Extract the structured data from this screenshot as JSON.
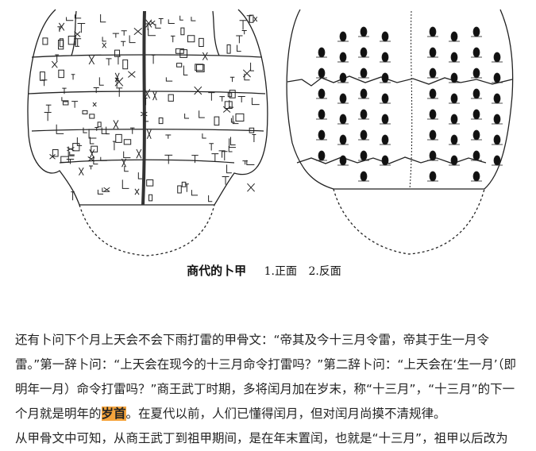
{
  "figure": {
    "title": "商代的卜甲",
    "parts": [
      "1.正面",
      "2.反面"
    ]
  },
  "article": {
    "seg1": "还有卜问下个月上天会不会下雨打雷的甲骨文：“帝其及今十三月令雷，帝其于生一月令雷。”第一辞卜问：“上天会在现今的十三月命令打雷吗？”第二辞卜问：“上天会在‘生一月’（即明年一月）命令打雷吗？”商王武丁时期，多将闰月加在岁末，称“十三月”，“十三月”的下一个月就是明年的",
    "highlight": "岁首",
    "seg2": "。在夏代以前，人们已懂得闰月，但对闰月尚摸不清规律。",
    "seg3": "从甲骨文中可知，从商王武丁到祖甲期间，是在年末置闰，也就是“十三月”，祖甲以后改为"
  }
}
